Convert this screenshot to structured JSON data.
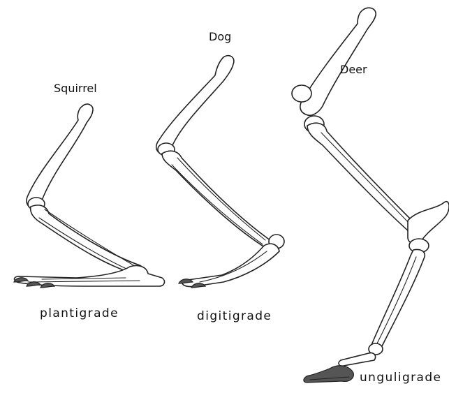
{
  "labels": {
    "squirrel": "Squirrel",
    "dog": "Dog",
    "deer": "Deer",
    "plantigrade": "plantigrade",
    "digitigrade": "digitigrade",
    "unguligrade": "unguligrade"
  },
  "colors": {
    "ink": "#222222",
    "bone_fill": "#ffffff",
    "background": "#ffffff"
  }
}
